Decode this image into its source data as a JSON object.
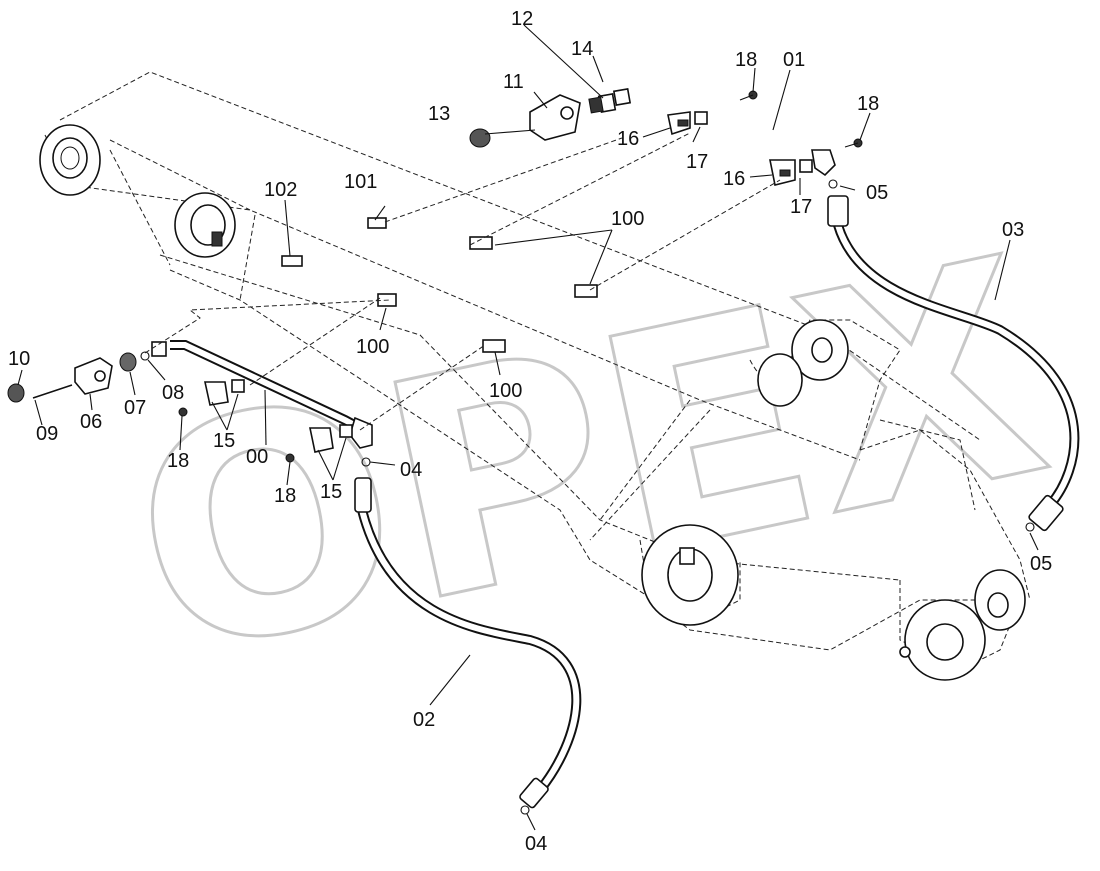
{
  "watermark": "OPEX",
  "corner_mark": "",
  "callouts": {
    "c00": "00",
    "c01": "01",
    "c02": "02",
    "c03": "03",
    "c04_top": "04",
    "c04_bottom": "04",
    "c05_top": "05",
    "c05_right": "05",
    "c06": "06",
    "c07": "07",
    "c08": "08",
    "c09": "09",
    "c10": "10",
    "c11": "11",
    "c12": "12",
    "c13": "13",
    "c14": "14",
    "c15_a": "15",
    "c15_b": "15",
    "c16_a": "16",
    "c16_b": "16",
    "c17_a": "17",
    "c17_b": "17",
    "c18_a": "18",
    "c18_b": "18",
    "c18_c": "18",
    "c18_d": "18",
    "c100_a": "100",
    "c100_b": "100",
    "c100_c": "100",
    "c101": "101",
    "c102": "102"
  }
}
